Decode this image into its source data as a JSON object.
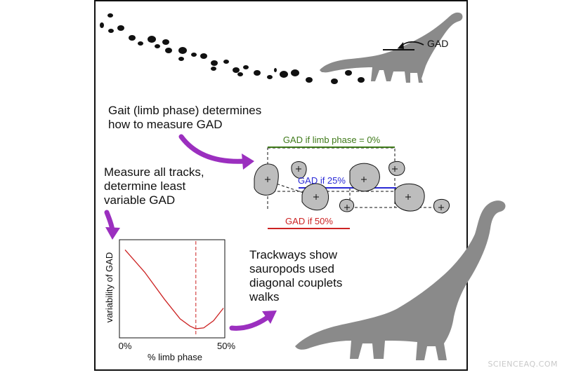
{
  "gad_label": "GAD",
  "captions": {
    "gait": [
      "Gait (limb phase) determines",
      "how to measure GAD"
    ],
    "measure": [
      "Measure all tracks,",
      "determine least",
      "variable GAD"
    ],
    "trackways": [
      "Trackways show",
      "sauropods used",
      "diagonal couplets",
      "walks"
    ]
  },
  "gad_labels": {
    "phase0": "GAD if limb phase = 0%",
    "phase25": "GAD if 25%",
    "phase50": "GAD if 50%"
  },
  "colors": {
    "phase0": "#3f7a1a",
    "phase25": "#2a2ad6",
    "phase50": "#cc2222",
    "arrow": "#9b2fbf",
    "silhouette": "#8a8a8a",
    "print_fill": "#bdbdbd"
  },
  "chart_data": {
    "type": "line",
    "xlabel": "% limb phase",
    "ylabel": "variability of GAD",
    "x_tick_labels": [
      "0%",
      "50%"
    ],
    "xlim": [
      0,
      50
    ],
    "series": [
      {
        "x": [
          0,
          10,
          20,
          28,
          33,
          36,
          40,
          45,
          50
        ],
        "y": [
          0.95,
          0.7,
          0.4,
          0.18,
          0.1,
          0.07,
          0.08,
          0.16,
          0.3
        ]
      }
    ],
    "vline_x": 36
  },
  "watermark": "SCIENCEAQ.COM"
}
